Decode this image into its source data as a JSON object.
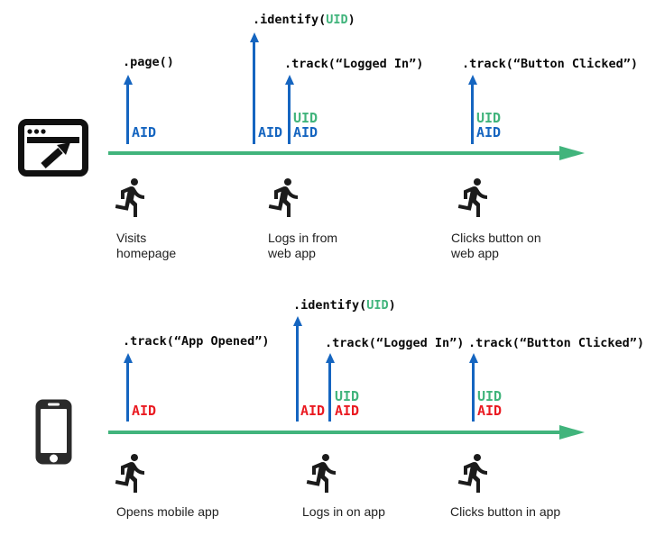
{
  "colors": {
    "blue": "#1565C0",
    "green": "#41B47C",
    "red": "#EA1B22"
  },
  "web": {
    "device": "browser-window",
    "events": [
      {
        "label_pre": ".page()",
        "label_uid": "",
        "label_post": "",
        "ids": [
          {
            "text": "AID",
            "color": "blue"
          }
        ]
      },
      {
        "label_pre": ".identify(",
        "label_uid": "UID",
        "label_post": ")",
        "ids": [
          {
            "text": "AID",
            "color": "blue"
          }
        ]
      },
      {
        "label_pre": ".track(“Logged In”)",
        "label_uid": "",
        "label_post": "",
        "ids": [
          {
            "text": "UID",
            "color": "green"
          },
          {
            "text": "AID",
            "color": "blue"
          }
        ]
      },
      {
        "label_pre": ".track(“Button Clicked”)",
        "label_uid": "",
        "label_post": "",
        "ids": [
          {
            "text": "UID",
            "color": "green"
          },
          {
            "text": "AID",
            "color": "blue"
          }
        ]
      }
    ],
    "people": [
      {
        "caption": "Visits\nhomepage"
      },
      {
        "caption": "Logs in from\nweb app"
      },
      {
        "caption": "Clicks button on\nweb app"
      }
    ]
  },
  "mobile": {
    "device": "mobile-phone",
    "events": [
      {
        "label_pre": ".track(“App Opened”)",
        "label_uid": "",
        "label_post": "",
        "ids": [
          {
            "text": "AID",
            "color": "red"
          }
        ]
      },
      {
        "label_pre": ".identify(",
        "label_uid": "UID",
        "label_post": ")",
        "ids": [
          {
            "text": "AID",
            "color": "red"
          }
        ]
      },
      {
        "label_pre": ".track(“Logged In”)",
        "label_uid": "",
        "label_post": "",
        "ids": [
          {
            "text": "UID",
            "color": "green"
          },
          {
            "text": "AID",
            "color": "red"
          }
        ]
      },
      {
        "label_pre": ".track(“Button Clicked”)",
        "label_uid": "",
        "label_post": "",
        "ids": [
          {
            "text": "UID",
            "color": "green"
          },
          {
            "text": "AID",
            "color": "red"
          }
        ]
      }
    ],
    "people": [
      {
        "caption": "Opens mobile app"
      },
      {
        "caption": "Logs in on app"
      },
      {
        "caption": "Clicks button in app"
      }
    ]
  }
}
